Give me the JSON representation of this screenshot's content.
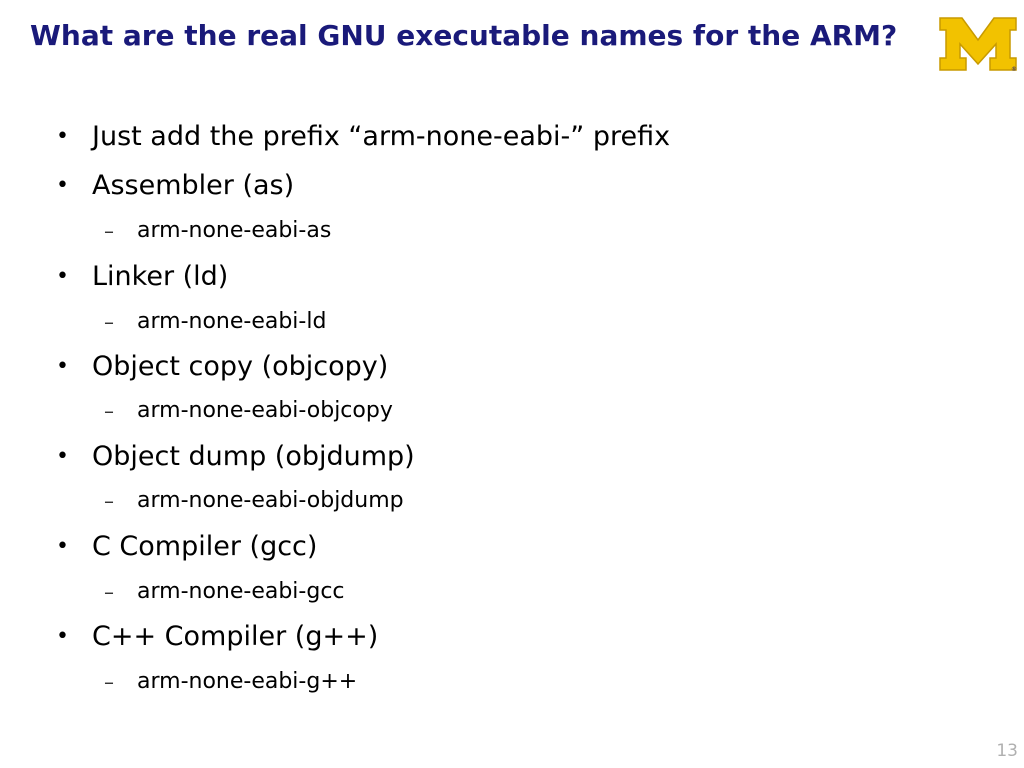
{
  "slide": {
    "title": "What are the real GNU executable names for the ARM?",
    "page_number": "13",
    "bullet_symbol": "•",
    "sub_symbol": "–",
    "items": [
      {
        "text": "Just add the prefix “arm-none-eabi-” prefix",
        "sub": ""
      },
      {
        "text": "Assembler (as)",
        "sub": "arm-none-eabi-as"
      },
      {
        "text": "Linker (ld)",
        "sub": "arm-none-eabi-ld"
      },
      {
        "text": "Object copy (objcopy)",
        "sub": "arm-none-eabi-objcopy"
      },
      {
        "text": "Object dump (objdump)",
        "sub": "arm-none-eabi-objdump"
      },
      {
        "text": "C Compiler (gcc)",
        "sub": "arm-none-eabi-gcc"
      },
      {
        "text": "C++ Compiler (g++)",
        "sub": "arm-none-eabi-g++"
      }
    ]
  },
  "colors": {
    "title": "#1a1a7a",
    "logo_maize": "#f2c200",
    "logo_outline": "#c89a00"
  },
  "icons": {
    "logo": "university-block-m-logo"
  }
}
